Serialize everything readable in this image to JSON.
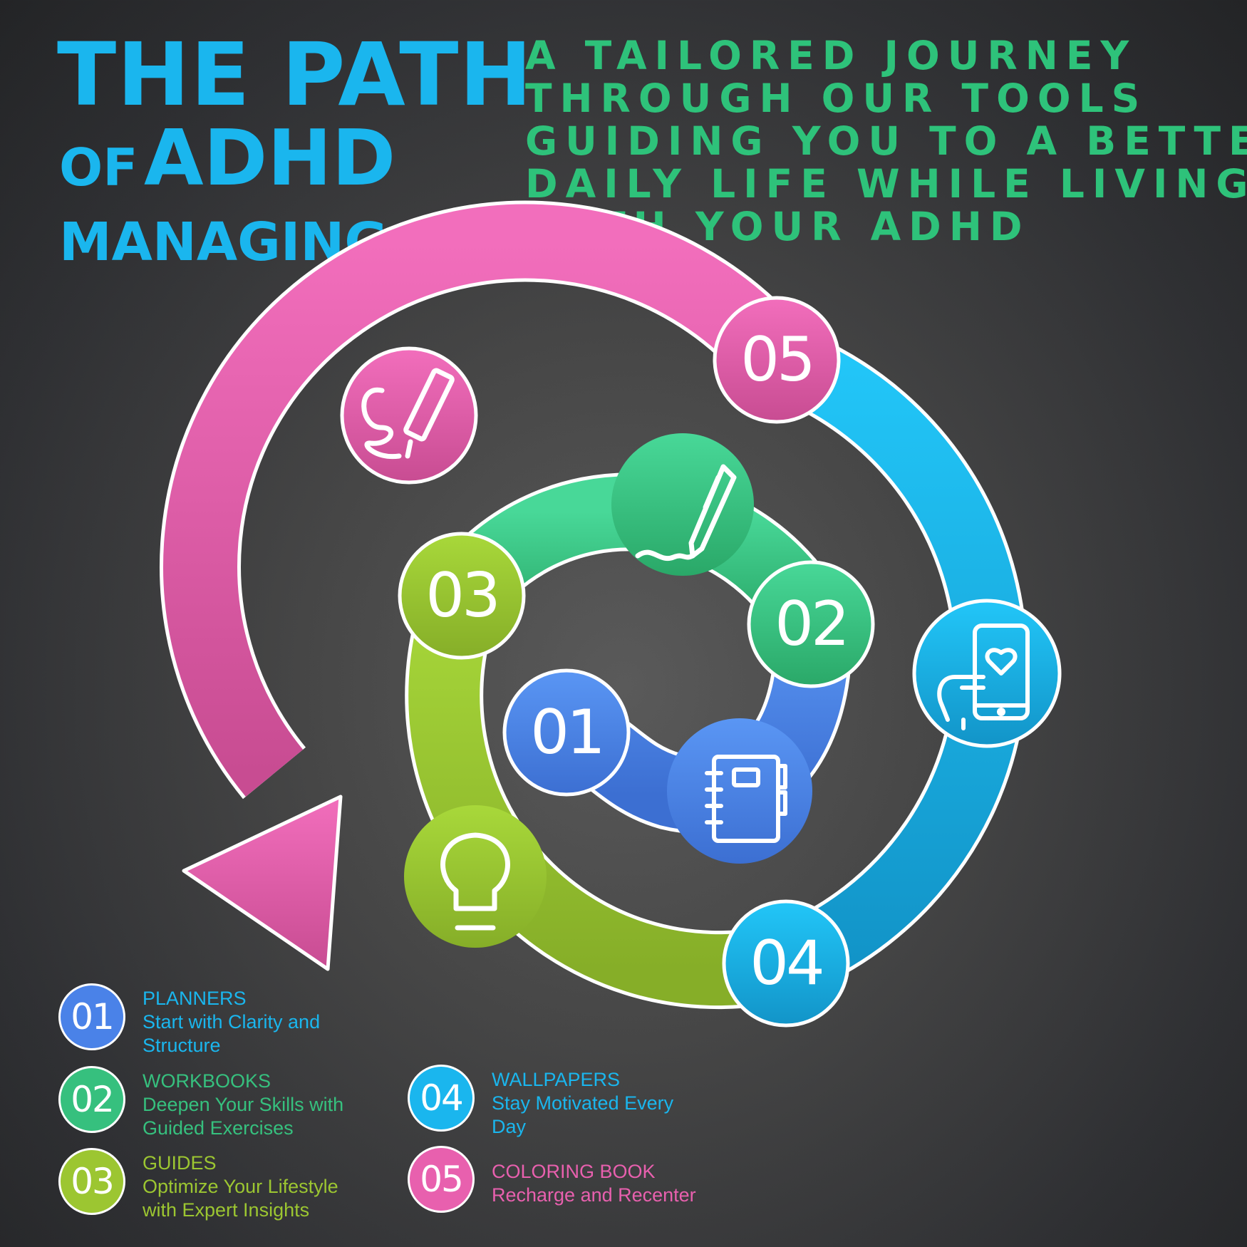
{
  "title": {
    "line1": "THE PATH",
    "of": "OF",
    "adhd": "ADHD",
    "managing": "MANAGING"
  },
  "subtitle": [
    "A TAILORED JOURNEY",
    "THROUGH OUR TOOLS",
    "GUIDING YOU TO A BETTER",
    "DAILY LIFE WHILE LIVING",
    "WITH YOUR ADHD"
  ],
  "colors": {
    "title": "#1ab6ee",
    "subtitle": "#2ec27a",
    "planners": "#4a82e8",
    "workbooks": "#36c07e",
    "guides": "#9cc631",
    "wallpapers": "#1ab6ee",
    "coloring_book": "#e860ae"
  },
  "diagram": {
    "nodes": [
      {
        "number": "01",
        "icon": "notebook-icon"
      },
      {
        "number": "02",
        "icon": "pen-signature-icon"
      },
      {
        "number": "03",
        "icon": "lightbulb-icon"
      },
      {
        "number": "04",
        "icon": "phone-heart-icon"
      },
      {
        "number": "05",
        "icon": "marker-icon"
      }
    ]
  },
  "legend": [
    {
      "number": "01",
      "label": "PLANNERS",
      "desc1": "Start with Clarity and",
      "desc2": "Structure"
    },
    {
      "number": "02",
      "label": "WORKBOOKS",
      "desc1": "Deepen Your Skills with",
      "desc2": "Guided Exercises"
    },
    {
      "number": "03",
      "label": "GUIDES",
      "desc1": "Optimize Your Lifestyle",
      "desc2": "with Expert Insights"
    },
    {
      "number": "04",
      "label": "WALLPAPERS",
      "desc1": "Stay Motivated Every",
      "desc2": "Day"
    },
    {
      "number": "05",
      "label": "COLORING BOOK",
      "desc1": "Recharge and Recenter",
      "desc2": ""
    }
  ]
}
